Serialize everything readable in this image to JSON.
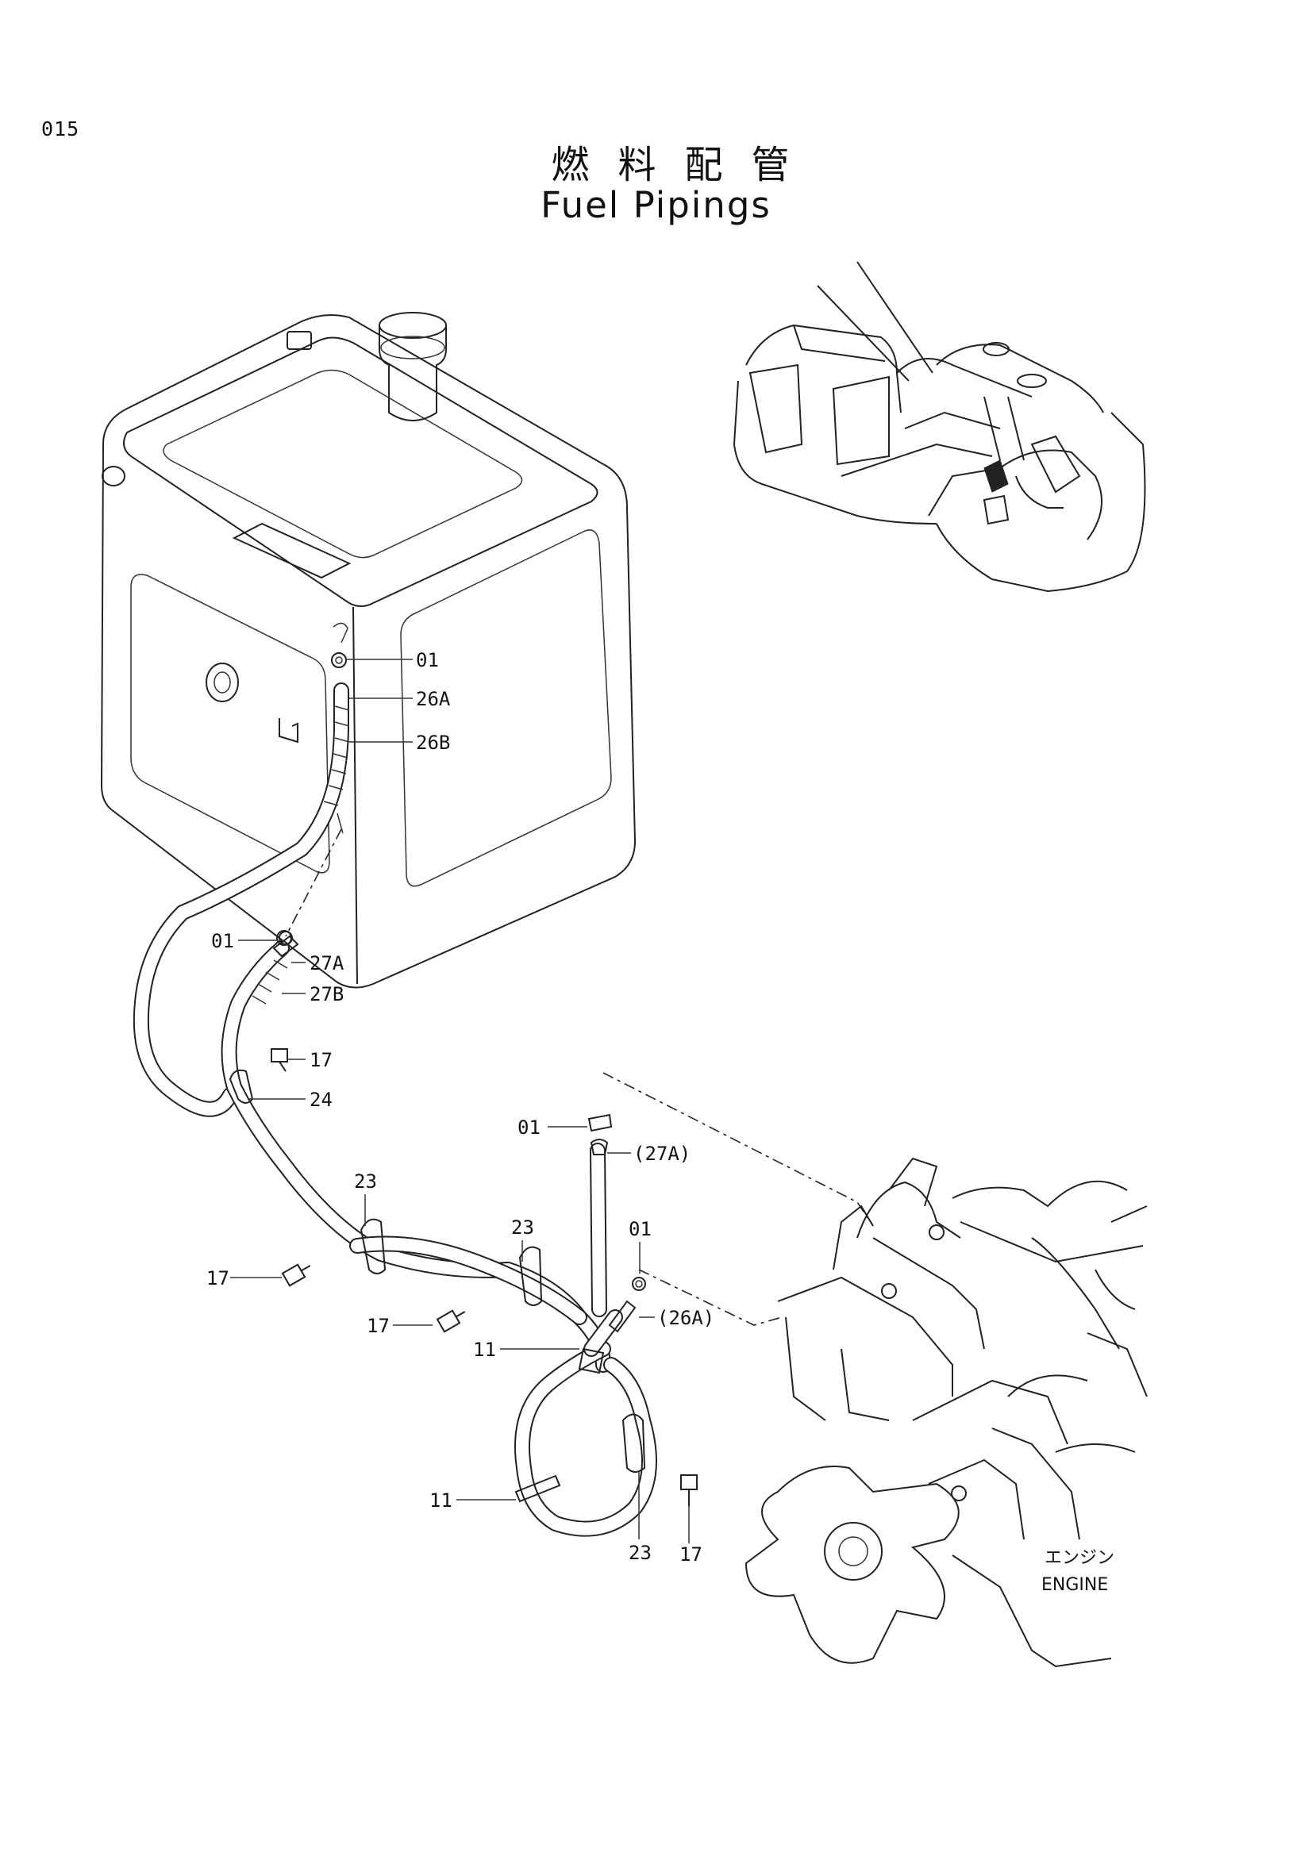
{
  "page_number": "015",
  "title_jp": "燃料配管",
  "title_en": "Fuel Pipings",
  "engine_label_jp": "エンジン",
  "engine_label_en": "ENGINE",
  "callouts": {
    "c01_top": "01",
    "c26a": "26A",
    "c26b": "26B",
    "c01_left": "01",
    "c27a": "27A",
    "c27b": "27B",
    "c17_a": "17",
    "c24": "24",
    "c01_mid": "01",
    "c27a_ref": "(27A)",
    "c23_a": "23",
    "c23_b": "23",
    "c01_right": "01",
    "c17_b": "17",
    "c17_c": "17",
    "c26a_ref": "(26A)",
    "c11_a": "11",
    "c11_b": "11",
    "c23_c": "23",
    "c17_d": "17"
  }
}
